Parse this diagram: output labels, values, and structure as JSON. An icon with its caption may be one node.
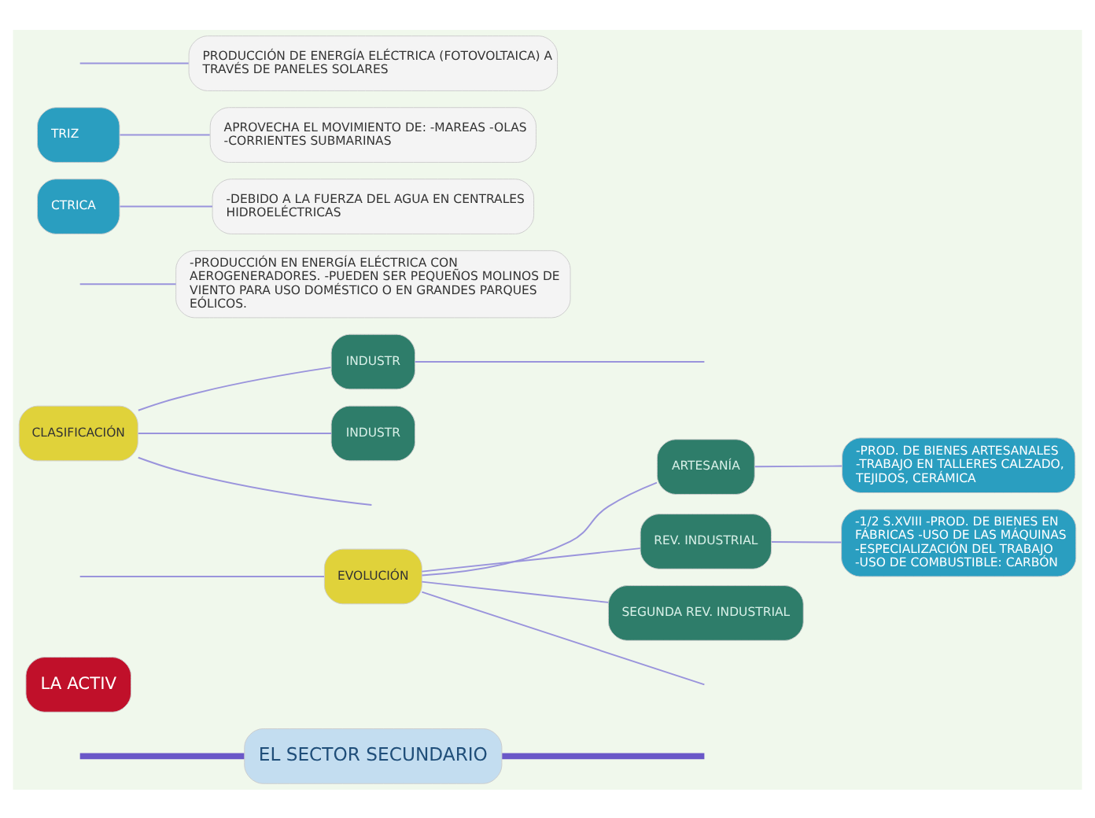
{
  "diagram": {
    "nodes": [
      {
        "text": [
          "EL SECTOR SECUNDARIO"
        ]
      },
      {
        "text": [
          "LA ACTIV"
        ]
      },
      {
        "text": [
          "EVOLUCIÓN"
        ]
      },
      {
        "text": [
          "ARTESANÍA"
        ]
      },
      {
        "text": [
          "-PROD. DE BIENES ARTESANALES -TRABAJO EN TALLERES CALZADO, TEJIDOS, CERÁMICA"
        ]
      },
      {
        "text": [
          "REV. INDUSTRIAL"
        ]
      },
      {
        "text": [
          "-1/2 S.XVIII -PROD. DE BIENES EN FÁBRICAS -USO DE LAS MÁQUINAS -ESPECIALIZACIÓN DEL TRABAJO -USO DE COMBUSTIBLE: CARBÓN"
        ]
      },
      {
        "text": [
          "SEGUNDA REV. INDUSTRIAL"
        ]
      },
      {
        "text": [
          "CLASIFICACIÓN"
        ]
      },
      {
        "text": [
          "INDUSTR"
        ]
      },
      {
        "text": [
          "INDUSTR"
        ]
      },
      {
        "text": [
          "-PRODUCCIÓN EN ENERGÍA ELÉCTRICA CON AEROGENERADORES. -PUEDEN SER PEQUEÑOS MOLINOS DE VIENTO PARA USO DOMÉSTICO O EN GRANDES PARQUES EÓLICOS."
        ]
      },
      {
        "text": [
          "CTRICA"
        ]
      },
      {
        "text": [
          "-DEBIDO A LA FUERZA DEL AGUA EN CENTRALES HIDROELÉCTRICAS"
        ]
      },
      {
        "text": [
          "TRIZ"
        ]
      },
      {
        "text": [
          "APROVECHA EL MOVIMIENTO DE: -MAREAS -OLAS -CORRIENTES SUBMARINAS"
        ]
      },
      {
        "text": [
          "PRODUCCIÓN DE ENERGÍA ELÉCTRICA (FOTOVOLTAICA) A TRAVÉS DE PANELES SOLARES"
        ]
      }
    ],
    "edges": [
      {
        "from": 0,
        "to": null,
        "arrow": "none",
        "style": "thick",
        "color": "#6a58c8"
      },
      {
        "from": 0,
        "to": null,
        "arrow": "none",
        "style": "thick",
        "color": "#6a58c8"
      },
      {
        "from": null,
        "to": 2,
        "arrow": "none"
      },
      {
        "from": 2,
        "to": 3,
        "arrow": "none"
      },
      {
        "from": 3,
        "to": 4,
        "arrow": "none"
      },
      {
        "from": 2,
        "to": 5,
        "arrow": "none"
      },
      {
        "from": 5,
        "to": 6,
        "arrow": "none"
      },
      {
        "from": 2,
        "to": 7,
        "arrow": "none"
      },
      {
        "from": 2,
        "to": null,
        "arrow": "none"
      },
      {
        "from": 8,
        "to": 9,
        "arrow": "none"
      },
      {
        "from": 8,
        "to": 10,
        "arrow": "none"
      },
      {
        "from": 8,
        "to": null,
        "arrow": "none"
      },
      {
        "from": 9,
        "to": null,
        "arrow": "none"
      },
      {
        "from": null,
        "to": 11,
        "arrow": "none"
      },
      {
        "from": 12,
        "to": 13,
        "arrow": "none"
      },
      {
        "from": 14,
        "to": 15,
        "arrow": "none"
      },
      {
        "from": null,
        "to": 16,
        "arrow": "none"
      }
    ]
  }
}
